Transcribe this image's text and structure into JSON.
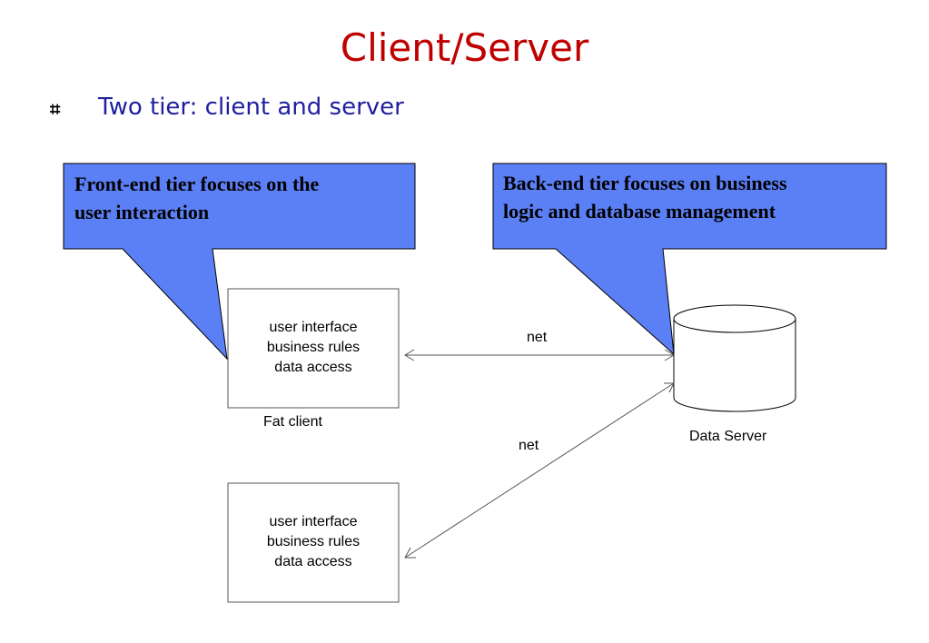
{
  "slide": {
    "title": "Client/Server",
    "bullet_glyph": "⌗",
    "bullet": "Two tier: client and server"
  },
  "callouts": {
    "front": {
      "line1": "Front-end tier focuses on the",
      "line2": "user interaction",
      "fill": "#5b7ff5"
    },
    "back": {
      "line1": "Back-end tier focuses on business",
      "line2": "logic and database management",
      "fill": "#5b7ff5"
    }
  },
  "fat_client": {
    "lines": [
      "user interface",
      "business rules",
      "data access"
    ],
    "label": "Fat client"
  },
  "second_client": {
    "lines": [
      "user interface",
      "business rules",
      "data access"
    ]
  },
  "connections": {
    "net_top": "net",
    "net_bottom": "net"
  },
  "server": {
    "label": "Data Server",
    "icon": "database-cylinder-icon"
  }
}
